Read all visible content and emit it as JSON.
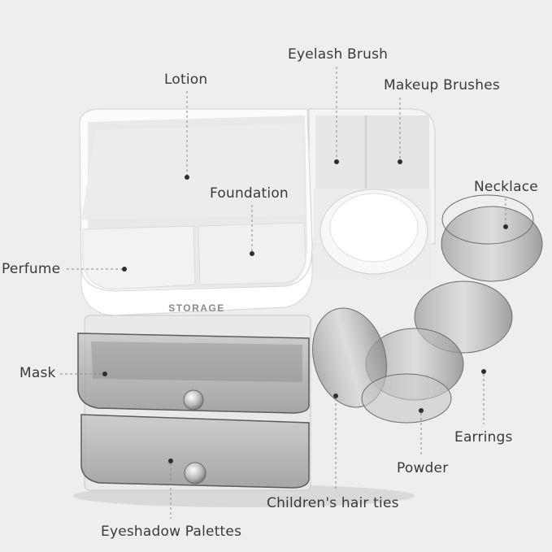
{
  "product": {
    "brand_text": "STORAGE"
  },
  "labels": {
    "eyelash_brush": "Eyelash Brush",
    "lotion": "Lotion",
    "makeup_brushes": "Makeup Brushes",
    "foundation": "Foundation",
    "necklace": "Necklace",
    "perfume": "Perfume",
    "mask": "Mask",
    "earrings": "Earrings",
    "powder": "Powder",
    "childrens_hair_ties": "Children's hair ties",
    "eyeshadow_palettes": "Eyeshadow Palettes"
  }
}
